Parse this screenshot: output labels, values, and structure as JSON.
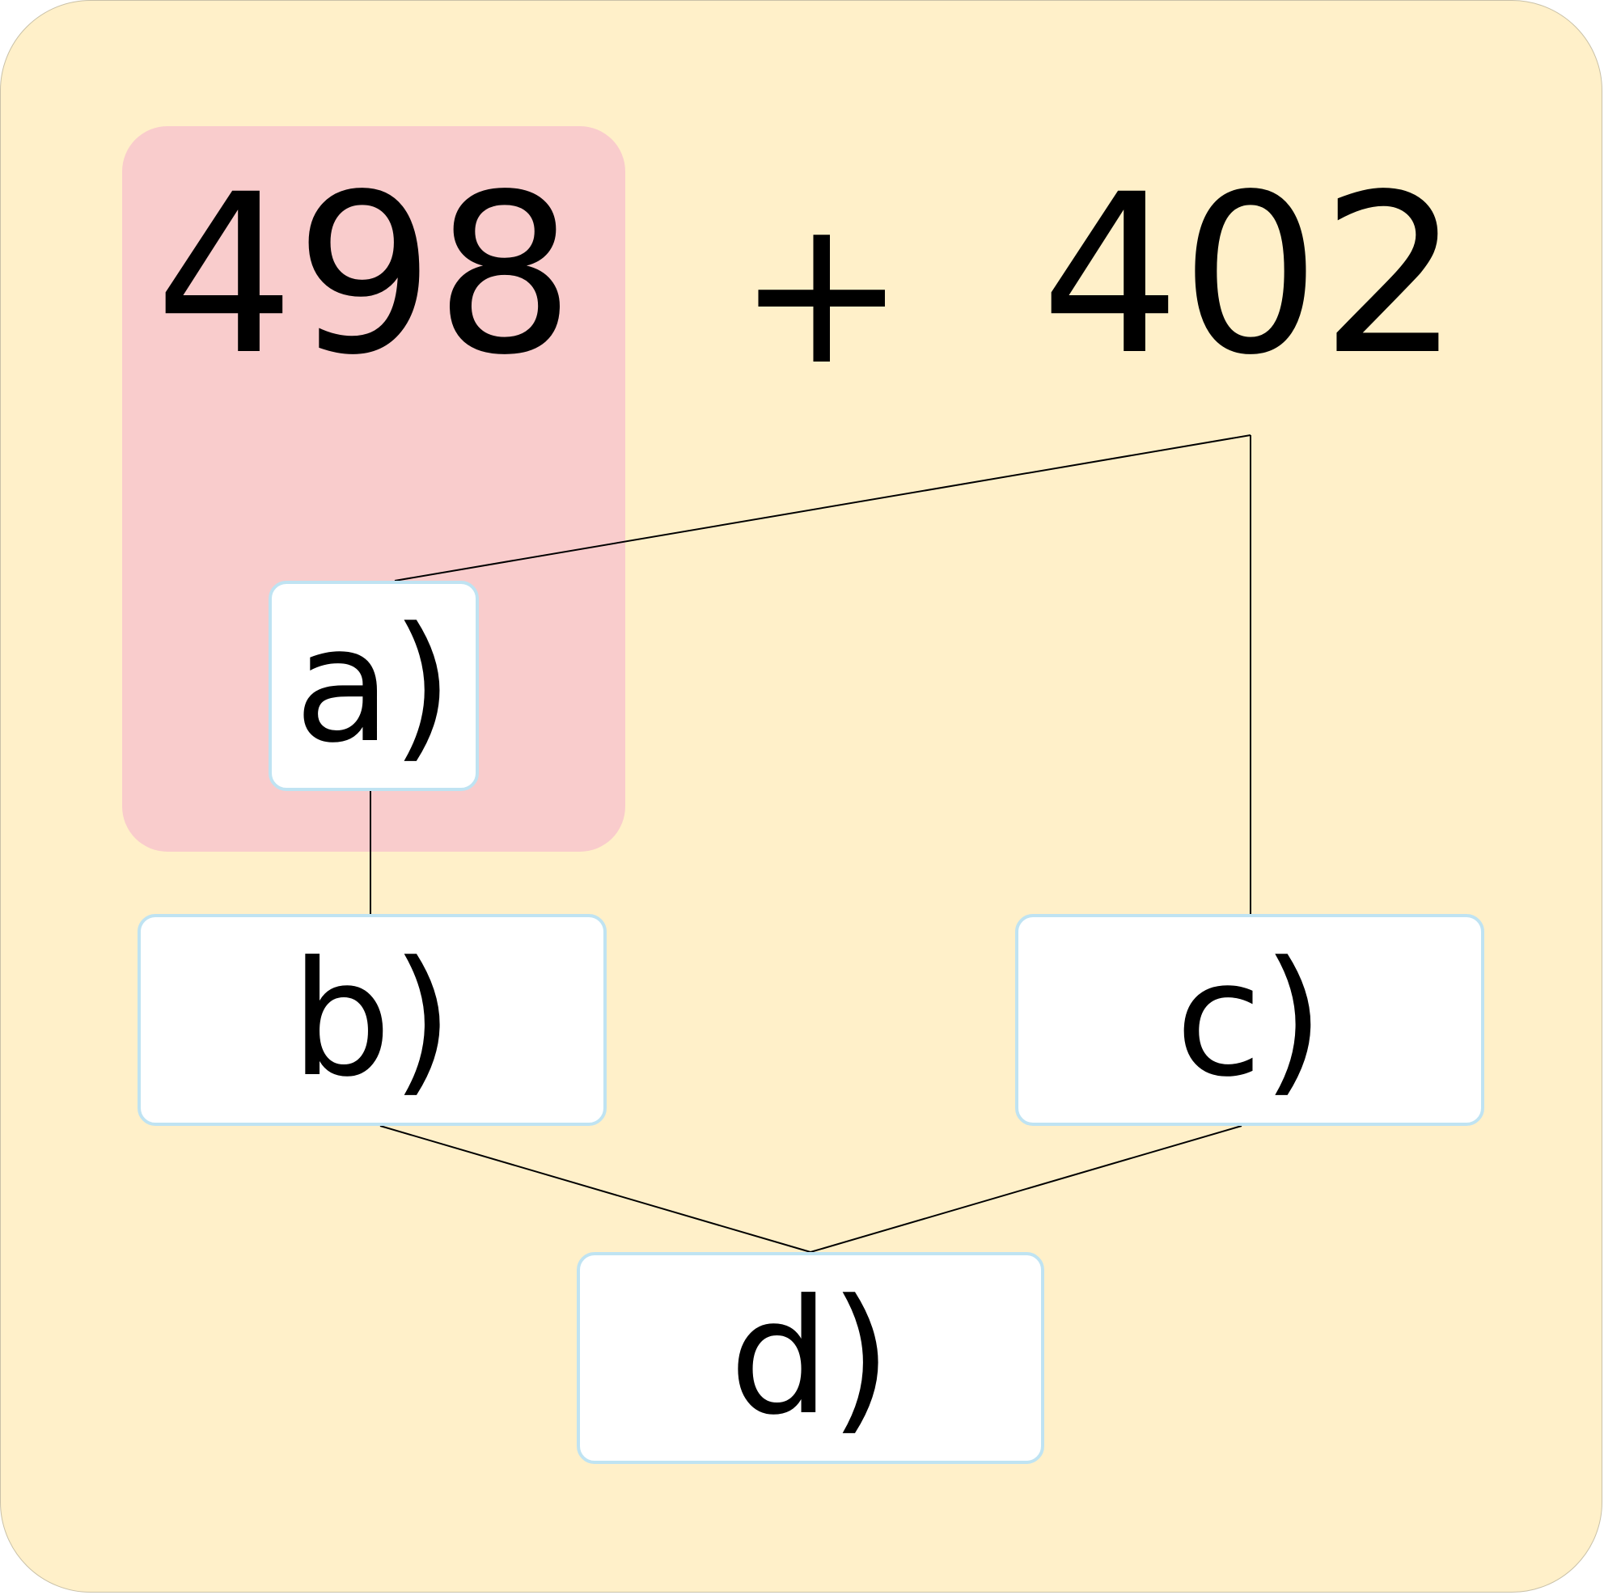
{
  "problem": {
    "left_operand": "498",
    "operator": "+",
    "right_operand": "402"
  },
  "boxes": {
    "a": "a)",
    "b": "b)",
    "c": "c)",
    "d": "d)"
  },
  "colors": {
    "card_background": "#fff0c9",
    "highlight": "#f9cccc",
    "box_border": "#bfe3f2",
    "box_fill": "#ffffff",
    "text": "#000000"
  }
}
